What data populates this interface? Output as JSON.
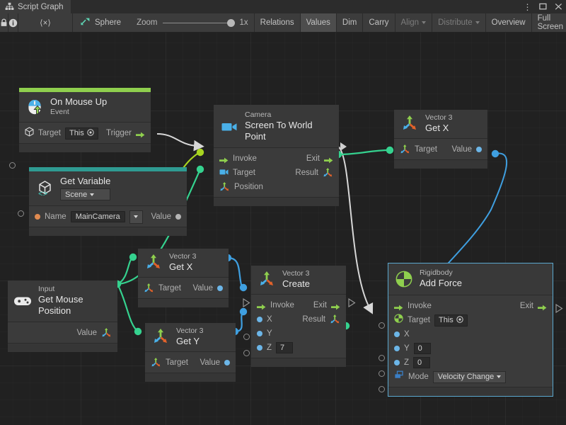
{
  "window": {
    "tab_title": "Script Graph",
    "tab_icon": "graph-icon",
    "buttons": [
      {
        "name": "window-menu-button",
        "icon": "kebab-menu-icon",
        "glyph": "⋮"
      },
      {
        "name": "maximize-button",
        "icon": "maximize-icon",
        "glyph": "❐"
      },
      {
        "name": "close-button",
        "icon": "close-icon",
        "glyph": "✕"
      }
    ]
  },
  "toolbar": {
    "lock_icon": "lock-icon",
    "info_icon": "info-icon",
    "code_label": "⟨×⟩",
    "target_object": "Sphere",
    "target_icon": "script-machine-icon",
    "zoom_label": "Zoom",
    "zoom_value": "1x",
    "items": [
      {
        "label": "Relations",
        "name": "relations-button",
        "state": "normal",
        "dropdown": false
      },
      {
        "label": "Values",
        "name": "values-button",
        "state": "active",
        "dropdown": false
      },
      {
        "label": "Dim",
        "name": "dim-button",
        "state": "normal",
        "dropdown": false
      },
      {
        "label": "Carry",
        "name": "carry-button",
        "state": "normal",
        "dropdown": false
      },
      {
        "label": "Align",
        "name": "align-button",
        "state": "disabled",
        "dropdown": true
      },
      {
        "label": "Distribute",
        "name": "distribute-button",
        "state": "disabled",
        "dropdown": true
      },
      {
        "label": "Overview",
        "name": "overview-button",
        "state": "normal",
        "dropdown": false
      },
      {
        "label": "Full Screen",
        "name": "full-screen-button",
        "state": "normal",
        "dropdown": false
      }
    ]
  },
  "nodes": {
    "on_mouse_up": {
      "type": "On Mouse Up",
      "name": "Event",
      "accent": "#8fcf4e",
      "icon": "mouse-event-icon",
      "target_label": "Target",
      "target_value": "This",
      "trigger_label": "Trigger"
    },
    "get_variable": {
      "type": "Get Variable",
      "name": "Scene",
      "accent": "#2f9b92",
      "icon": "unity-variable-icon",
      "name_label": "Name",
      "name_value": "MainCamera",
      "value_label": "Value"
    },
    "camera_s2w": {
      "type": "Camera",
      "name": "Screen To World Point",
      "icon": "camera-icon",
      "invoke_label": "Invoke",
      "exit_label": "Exit",
      "target_label": "Target",
      "result_label": "Result",
      "position_label": "Position"
    },
    "vector3_getx_top": {
      "type": "Vector 3",
      "name": "Get X",
      "icon": "vector3-icon",
      "target_label": "Target",
      "value_label": "Value"
    },
    "vector3_getx_mid": {
      "type": "Vector 3",
      "name": "Get X",
      "icon": "vector3-icon",
      "target_label": "Target",
      "value_label": "Value"
    },
    "vector3_gety": {
      "type": "Vector 3",
      "name": "Get Y",
      "icon": "vector3-icon",
      "target_label": "Target",
      "value_label": "Value"
    },
    "input_mouse_position": {
      "type": "Input",
      "name": "Get Mouse Position",
      "icon": "gamepad-icon",
      "value_label": "Value"
    },
    "vector3_create": {
      "type": "Vector 3",
      "name": "Create",
      "icon": "vector3-icon",
      "invoke_label": "Invoke",
      "exit_label": "Exit",
      "x_label": "X",
      "y_label": "Y",
      "z_label": "Z",
      "z_value": "7",
      "result_label": "Result"
    },
    "rigidbody_add_force": {
      "type": "Rigidbody",
      "name": "Add Force",
      "icon": "rigidbody-icon",
      "selected": true,
      "select_color": "#5ba8cf",
      "invoke_label": "Invoke",
      "exit_label": "Exit",
      "target_label": "Target",
      "target_value": "This",
      "x_label": "X",
      "y_label": "Y",
      "y_value": "0",
      "z_label": "Z",
      "z_value": "0",
      "mode_label": "Mode",
      "mode_value": "Velocity Change"
    }
  },
  "colors": {
    "flow_edge": "#d8d8d8",
    "value_edge_green": "#35d28f",
    "value_edge_lime": "#a8d520",
    "value_edge_blue": "#3f9fe0",
    "canvas_bg": "#212121",
    "node_bg": "#3b3b3b"
  }
}
